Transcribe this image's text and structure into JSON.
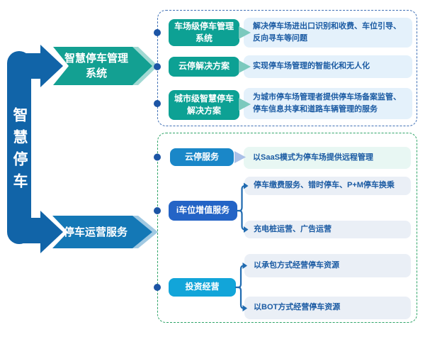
{
  "root": {
    "title": "智慧停车"
  },
  "branches": [
    {
      "label": "智慧停车管理系统",
      "items": [
        {
          "label": "车场级停车管理系统",
          "desc": "解决停车场进出口识别和收费、车位引导、反向寻车等问题"
        },
        {
          "label": "云停解决方案",
          "desc": "实现停车场管理的智能化和无人化"
        },
        {
          "label": "城市级智慧停车解决方案",
          "desc": "为城市停车场管理者提供停车场备案监管、停车信息共享和道路车辆管理的服务"
        }
      ]
    },
    {
      "label": "停车运营服务",
      "items": [
        {
          "label": "云停服务",
          "descs": [
            "以SaaS模式为停车场提供远程管理"
          ]
        },
        {
          "label": "i车位增值服务",
          "descs": [
            "停车缴费服务、错时停车、P+M停车换乘",
            "充电桩运营、广告运营"
          ]
        },
        {
          "label": "投资经营",
          "descs": [
            "以承包方式经营停车资源",
            "以BOT方式经营停车资源"
          ]
        }
      ]
    }
  ],
  "colors": {
    "root_blue": "#1164a8",
    "branch_teal": "#13a092",
    "branch_blue": "#1478b6",
    "node_green": "#0da194",
    "node_blue": "#1a87c8",
    "node_royal": "#2464c6",
    "node_cyan": "#12a5d9",
    "desc_bg_blue": "#e4f1fb",
    "desc_bg_mint": "#e8f7f3",
    "desc_bg_slate": "#eaeff6",
    "desc_text": "#1b5ba3",
    "dashed_border_blue": "#4070b5",
    "dashed_border_green": "#2fa468",
    "dot_blue": "#1d55a5"
  }
}
